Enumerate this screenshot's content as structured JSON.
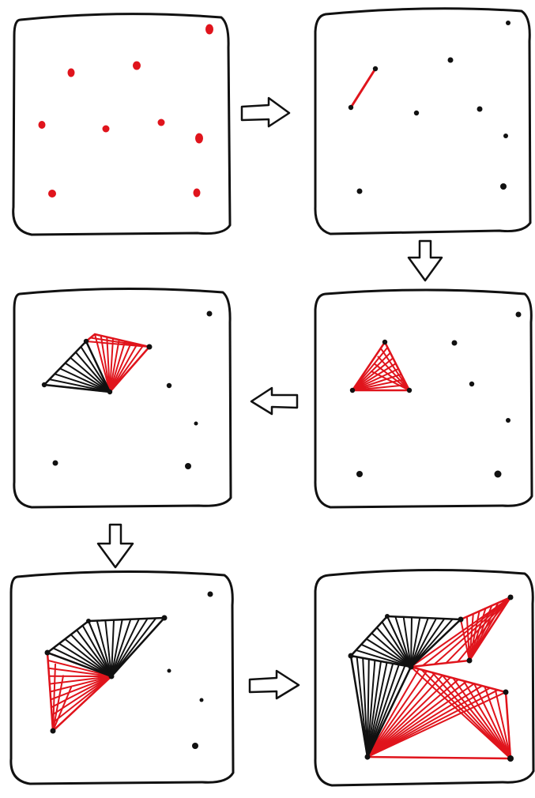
{
  "colors": {
    "ink": "#111111",
    "accent": "#e0141c",
    "paper": "#ffffff"
  },
  "panels": [
    {
      "id": "p1",
      "step": 1
    },
    {
      "id": "p2",
      "step": 2
    },
    {
      "id": "p3",
      "step": 3
    },
    {
      "id": "p4",
      "step": 4
    },
    {
      "id": "p5",
      "step": 5
    },
    {
      "id": "p6",
      "step": 6
    }
  ],
  "arrows": [
    {
      "from": "p1",
      "to": "p2",
      "direction": "right"
    },
    {
      "from": "p2",
      "to": "p3",
      "direction": "down"
    },
    {
      "from": "p3",
      "to": "p4",
      "direction": "left"
    },
    {
      "from": "p4",
      "to": "p5",
      "direction": "down"
    },
    {
      "from": "p5",
      "to": "p6",
      "direction": "right"
    }
  ]
}
